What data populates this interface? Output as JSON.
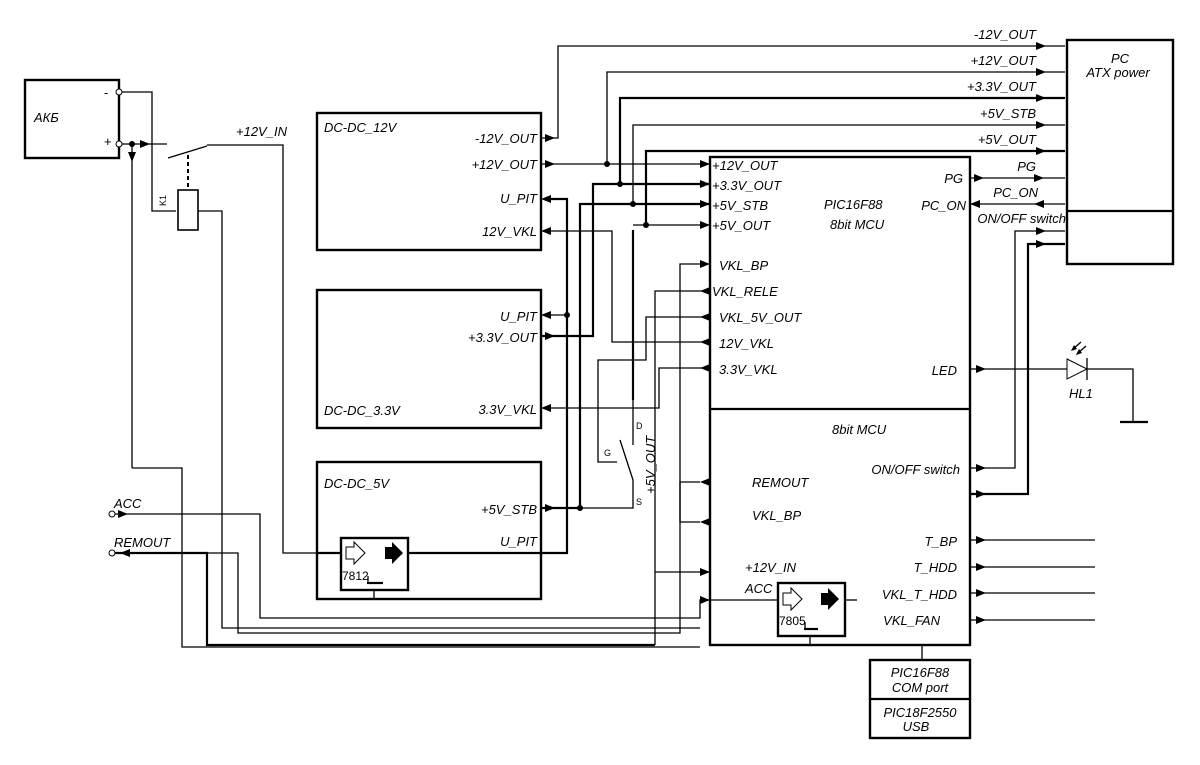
{
  "battery": {
    "label": "АКБ",
    "minus": "-",
    "plus": "+"
  },
  "relay": {
    "label": "K1",
    "input_label": "+12V_IN"
  },
  "dcdc12": {
    "title": "DC-DC_12V",
    "pins": [
      "-12V_OUT",
      "+12V_OUT",
      "U_PIT",
      "12V_VKL"
    ]
  },
  "dcdc33": {
    "title": "DC-DC_3.3V",
    "pins": [
      "U_PIT",
      "+3.3V_OUT",
      "3.3V_VKL"
    ]
  },
  "dcdc5": {
    "title": "DC-DC_5V",
    "pins": [
      "+5V_STB",
      "U_PIT"
    ],
    "regulator": "7812"
  },
  "inputs": {
    "acc": "ACC",
    "remout": "REMOUT"
  },
  "mosfet": {
    "label": "+5V_OUT",
    "d": "D",
    "g": "G",
    "s": "S"
  },
  "mcu_top": {
    "title": "PIC16F88",
    "subtitle": "8bit MCU",
    "left_pins": [
      "+12V_OUT",
      "+3.3V_OUT",
      "+5V_STB",
      "+5V_OUT",
      "VKL_BP",
      "VKL_RELE",
      "VKL_5V_OUT",
      "12V_VKL",
      "3.3V_VKL"
    ],
    "right_pins": [
      "PG",
      "PC_ON",
      "LED"
    ]
  },
  "mcu_bottom": {
    "title": "8bit MCU",
    "left_pins": [
      "REMOUT",
      "VKL_BP",
      "+12V_IN",
      "ACC"
    ],
    "right_pins": [
      "ON/OFF switch",
      "T_BP",
      "T_HDD",
      "VKL_T_HDD",
      "VKL_FAN"
    ],
    "regulator": "7805"
  },
  "atx": {
    "title": "PC",
    "subtitle": "ATX power",
    "lines": [
      "-12V_OUT",
      "+12V_OUT",
      "+3.3V_OUT",
      "+5V_STB",
      "+5V_OUT",
      "PG",
      "PC_ON",
      "ON/OFF switch"
    ]
  },
  "led": {
    "label": "HL1"
  },
  "comm": {
    "top_line1": "PIC16F88",
    "top_line2": "COM port",
    "bottom_line1": "PIC18F2550",
    "bottom_line2": "USB"
  }
}
